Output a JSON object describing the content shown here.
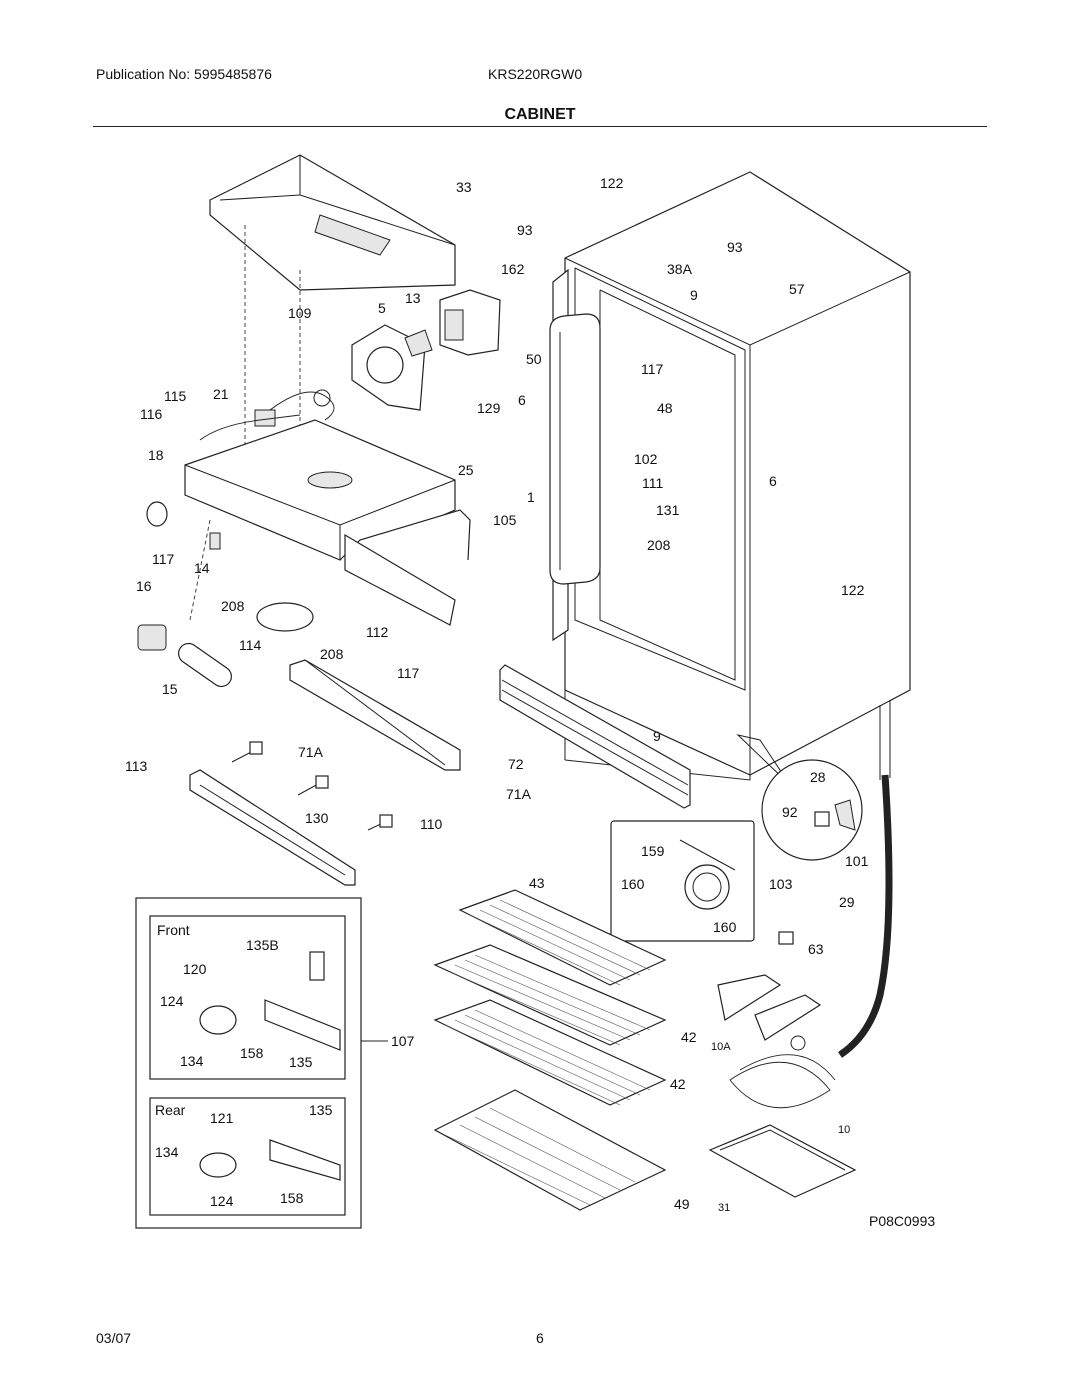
{
  "header": {
    "publication": "Publication No: 5995485876",
    "model": "KRS220RGW0",
    "title": "CABINET"
  },
  "callouts": [
    "33",
    "122",
    "93",
    "162",
    "93",
    "38A",
    "9",
    "57",
    "5",
    "13",
    "109",
    "50",
    "117",
    "115",
    "21",
    "116",
    "6",
    "129",
    "48",
    "18",
    "25",
    "102",
    "111",
    "6",
    "1",
    "105",
    "131",
    "208",
    "117",
    "14",
    "16",
    "208",
    "112",
    "122",
    "114",
    "208",
    "117",
    "15",
    "9",
    "113",
    "71A",
    "72",
    "28",
    "71A",
    "92",
    "130",
    "110",
    "159",
    "101",
    "160",
    "103",
    "43",
    "29",
    "160",
    "63",
    "42",
    "10A",
    "42",
    "10",
    "49",
    "31"
  ],
  "inset_front": {
    "title": "Front",
    "labels": [
      "135B",
      "120",
      "124",
      "134",
      "158",
      "135"
    ]
  },
  "inset_rear": {
    "title": "Rear",
    "labels": [
      "121",
      "135",
      "134",
      "124",
      "158"
    ]
  },
  "inset_callout": "107",
  "figure_code": "P08C0993",
  "footer": {
    "date": "03/07",
    "page": "6"
  }
}
